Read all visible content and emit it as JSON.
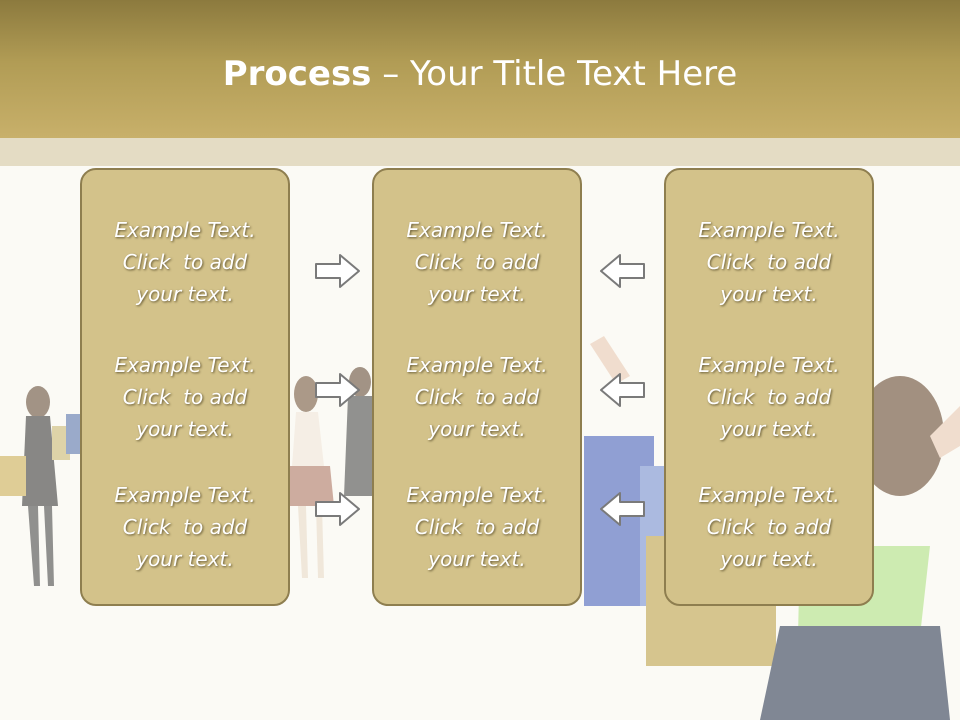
{
  "title": {
    "bold": "Process",
    "rest": " – Your Title Text Here"
  },
  "columns": [
    {
      "items": [
        {
          "line1": "Example Text.",
          "line2": "Click  to add",
          "line3": "your text."
        },
        {
          "line1": "Example Text.",
          "line2": "Click  to add",
          "line3": "your text."
        },
        {
          "line1": "Example Text.",
          "line2": "Click  to add",
          "line3": "your text."
        }
      ]
    },
    {
      "items": [
        {
          "line1": "Example Text.",
          "line2": "Click  to add",
          "line3": "your text."
        },
        {
          "line1": "Example Text.",
          "line2": "Click  to add",
          "line3": "your text."
        },
        {
          "line1": "Example Text.",
          "line2": "Click  to add",
          "line3": "your text."
        }
      ]
    },
    {
      "items": [
        {
          "line1": "Example Text.",
          "line2": "Click  to add",
          "line3": "your text."
        },
        {
          "line1": "Example Text.",
          "line2": "Click  to add",
          "line3": "your text."
        },
        {
          "line1": "Example Text.",
          "line2": "Click  to add",
          "line3": "your text."
        }
      ]
    }
  ],
  "colors": {
    "header": "#b19c55",
    "box_fill": "#d3c28a",
    "box_border": "#8e7e4f",
    "arrow_stroke": "#7a7a7a"
  },
  "icons": {
    "right_arrow": "right-arrow-icon",
    "left_arrow": "left-arrow-icon"
  }
}
